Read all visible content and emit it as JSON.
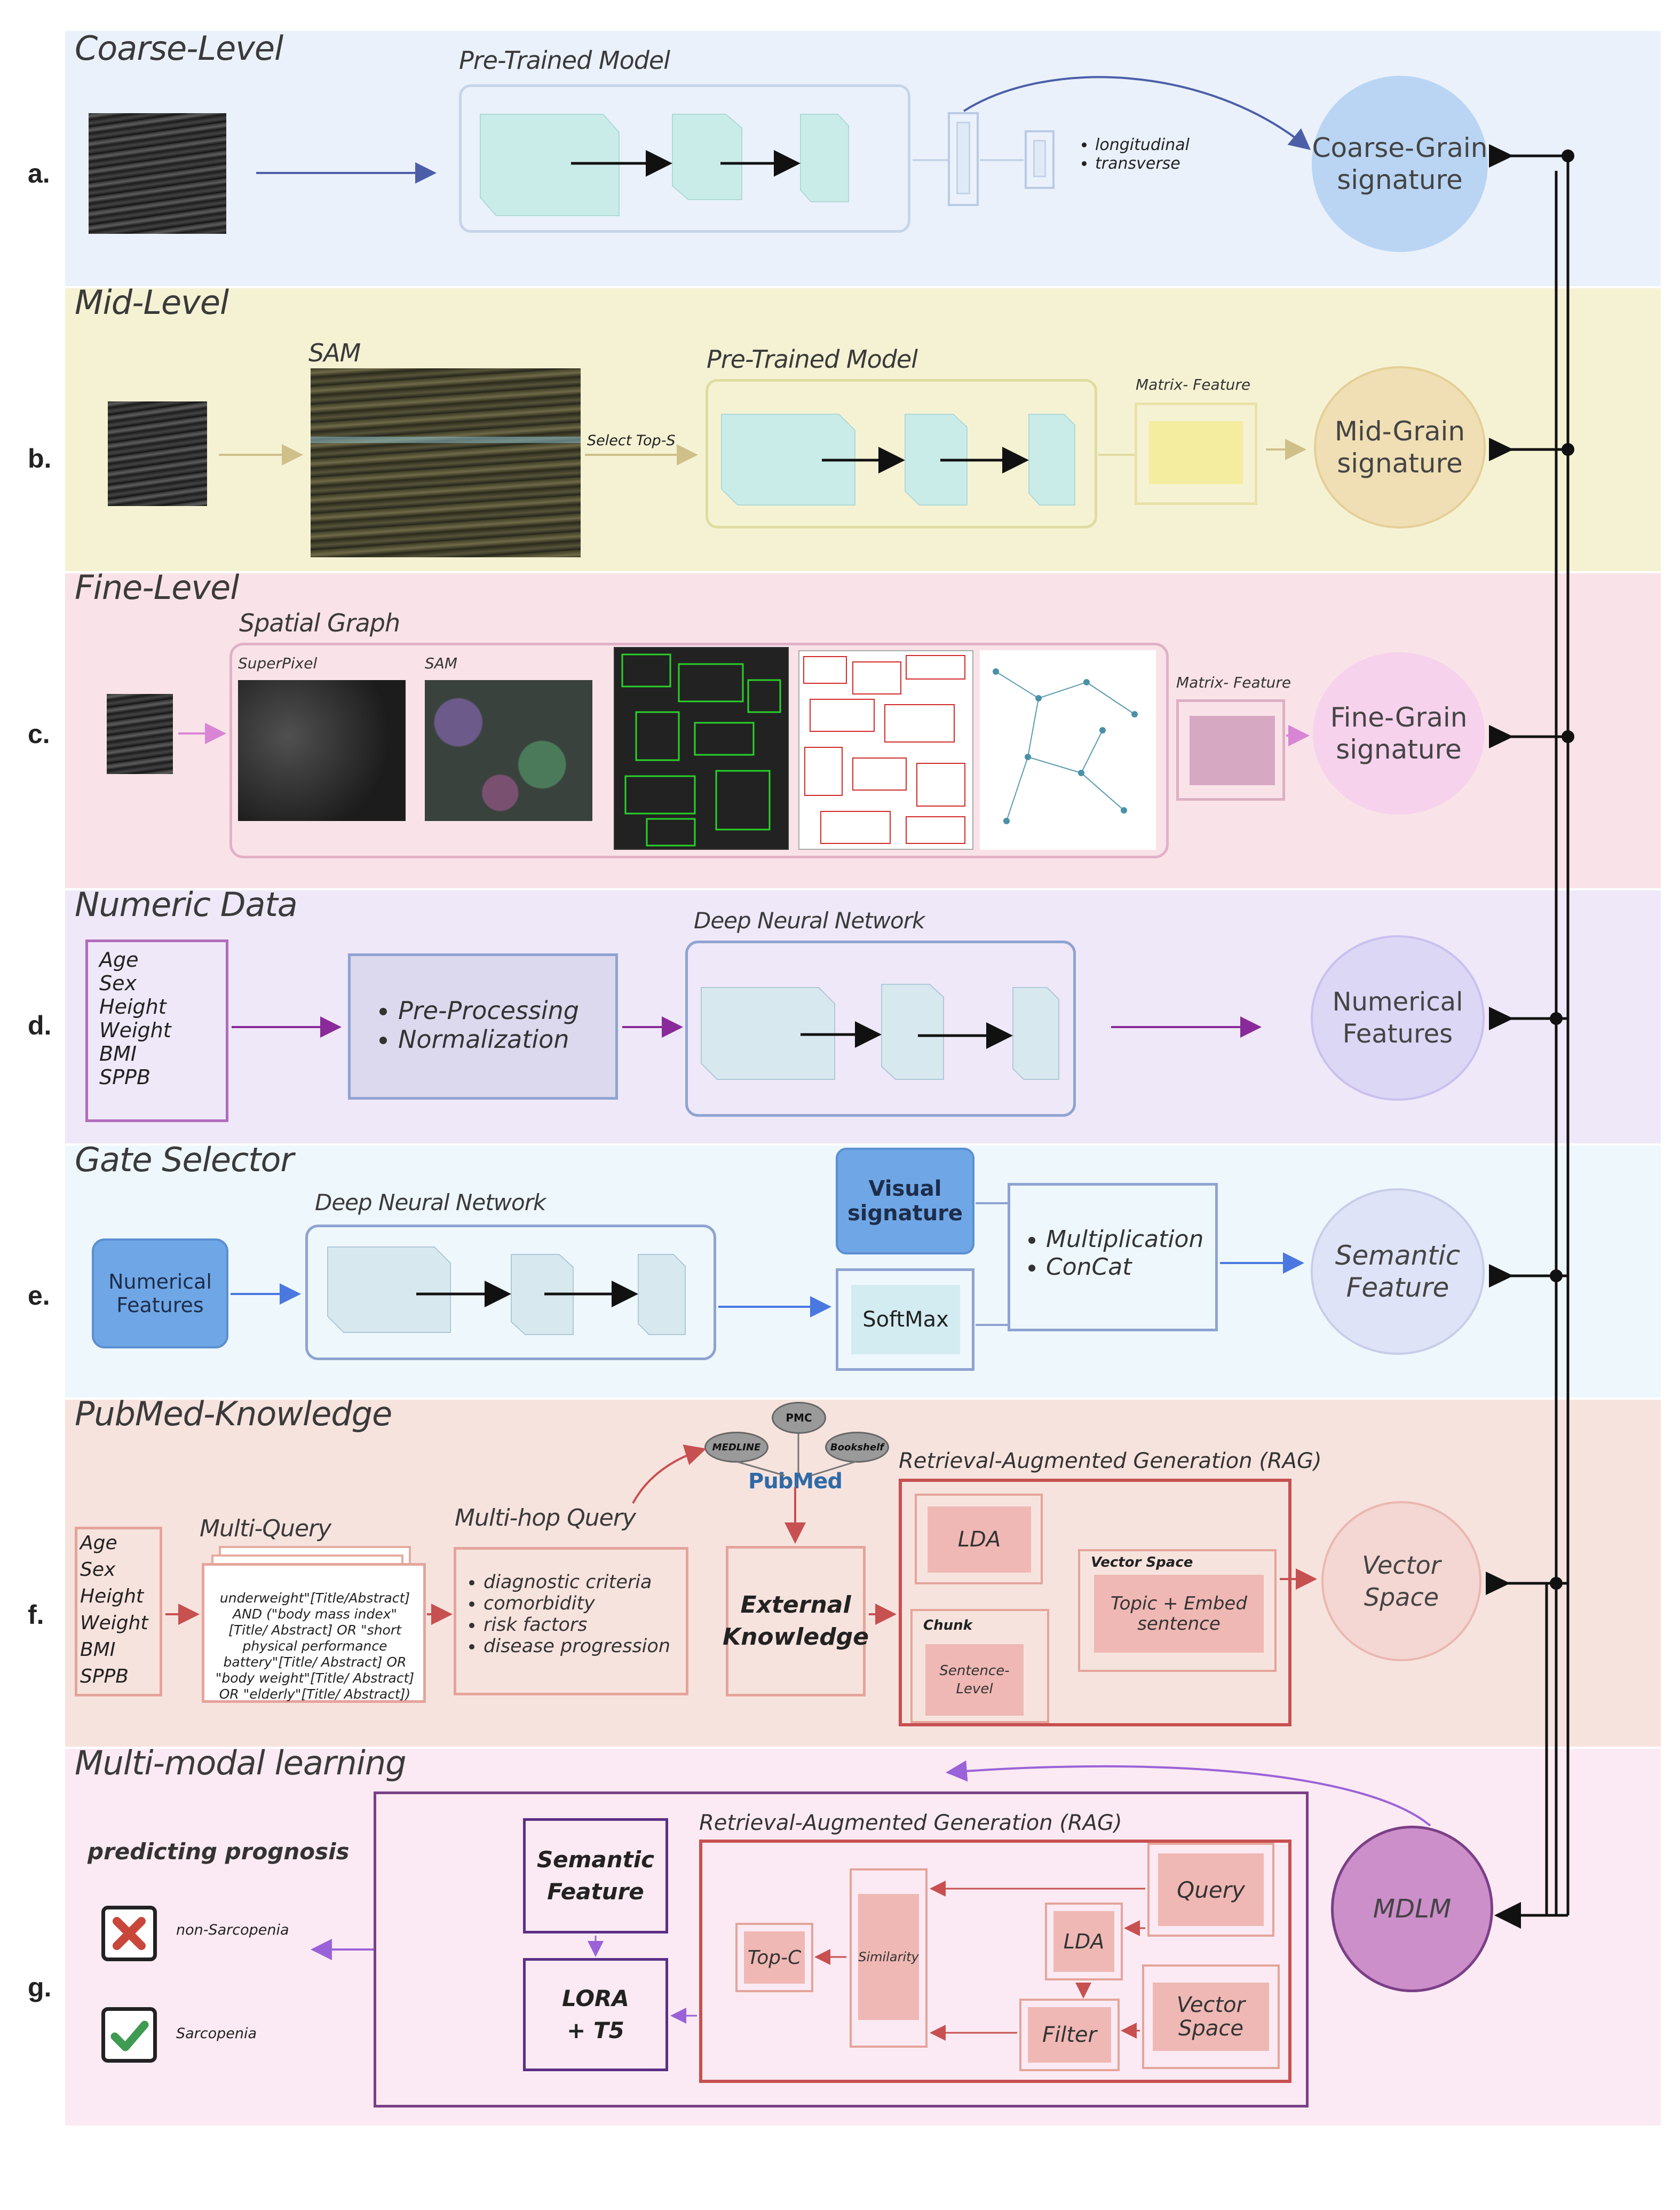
{
  "rows": {
    "a": {
      "label": "a.",
      "title": "Coarse-Level",
      "model_title": "Pre-Trained Model",
      "bullets": [
        "longitudinal",
        "transverse"
      ],
      "signature": "Coarse-Grain signature"
    },
    "b": {
      "label": "b.",
      "title": "Mid-Level",
      "sam_title": "SAM",
      "arrow_label": "Select Top-S",
      "model_title": "Pre-Trained Model",
      "matrix_title": "Matrix- Feature",
      "signature": "Mid-Grain signature"
    },
    "c": {
      "label": "c.",
      "title": "Fine-Level",
      "graph_title": "Spatial Graph",
      "superpixel_title": "SuperPixel",
      "sam_title": "SAM",
      "matrix_title": "Matrix- Feature",
      "signature": "Fine-Grain signature"
    },
    "d": {
      "label": "d.",
      "title": "Numeric Data",
      "inputs": [
        "Age",
        "Sex",
        "Height",
        "Weight",
        "BMI",
        "SPPB"
      ],
      "steps": [
        "Pre-Processing",
        "Normalization"
      ],
      "network_title": "Deep Neural Network",
      "output": "Numerical Features"
    },
    "e": {
      "label": "e.",
      "title": "Gate Selector",
      "input": "Numerical Features",
      "network_title": "Deep Neural Network",
      "visual": "Visual signature",
      "softmax": "SoftMax",
      "ops": [
        "Multiplication",
        "ConCat"
      ],
      "output": "Semantic Feature"
    },
    "f": {
      "label": "f.",
      "title": "PubMed-Knowledge",
      "inputs": [
        "Age",
        "Sex",
        "Height",
        "Weight",
        "BMI",
        "SPPB"
      ],
      "multi_query_title": "Multi-Query",
      "query_text": "underweight\"[Title/Abstract] AND (\"body mass index\"[Title/ Abstract] OR \"short physical performance battery\"[Title/ Abstract] OR \"body weight\"[Title/ Abstract] OR \"elderly\"[Title/ Abstract])",
      "multihop_title": "Multi-hop Query",
      "multihop_items": [
        "diagnostic criteria",
        "comorbidity",
        "risk factors",
        "disease progression"
      ],
      "pubmed_nodes": [
        "PMC",
        "MEDLINE",
        "Bookshelf"
      ],
      "pubmed_logo": "PubMed",
      "external": "External Knowledge",
      "rag_title": "Retrieval-Augmented Generation (RAG)",
      "lda": "LDA",
      "chunk": "Chunk",
      "sentence_level": "Sentence-Level",
      "vector_space_title": "Vector Space",
      "topic_embed": "Topic + Embed sentence",
      "output": "Vector Space"
    },
    "g": {
      "label": "g.",
      "title": "Multi-modal learning",
      "predict_title": "predicting prognosis",
      "outcomes": [
        "non-Sarcopenia",
        "Sarcopenia"
      ],
      "semantic": "Semantic Feature",
      "lora": "LORA + T5",
      "rag_title": "Retrieval-Augmented Generation (RAG)",
      "top_c": "Top-C",
      "similarity": "Similarity",
      "lda": "LDA",
      "filter": "Filter",
      "query": "Query",
      "vector_space": "Vector Space",
      "mdlm": "MDLM"
    }
  },
  "colors": {
    "band_a": "#eaf1fb",
    "band_b": "#f5f2d4",
    "band_c": "#f9e3e8",
    "band_d": "#efe8f8",
    "band_e": "#eef7fc",
    "band_f": "#f7e3de",
    "band_g": "#fbeaf3",
    "teal_block": "#c9ece9",
    "mid_circle": "#f0dfb4",
    "fine_circle": "#f6d2ec",
    "coarse_circle": "#bad5f3",
    "mdlm": "#cc8fc9",
    "blue_box": "#6fa6e6"
  }
}
